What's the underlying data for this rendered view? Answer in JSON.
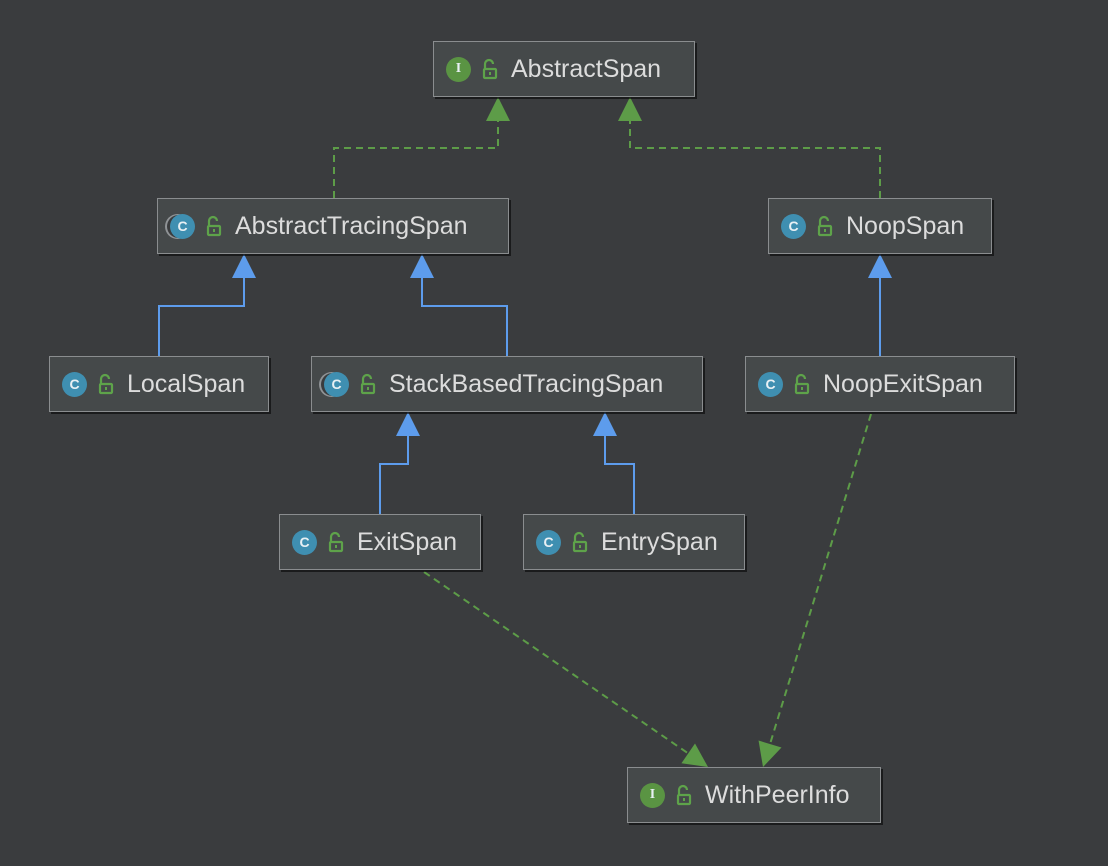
{
  "diagram": {
    "colors": {
      "background": "#3a3c3e",
      "implements_edge": "#5d9c48",
      "extends_edge": "#5d9cec",
      "interface_badge": "#5a9443",
      "class_badge": "#3f8fb1",
      "lock_icon": "#5ea34a"
    },
    "nodes": [
      {
        "id": "abstract-span",
        "label": "AbstractSpan",
        "kind": "interface",
        "badge": "I",
        "icon": "interface-icon"
      },
      {
        "id": "abstract-tracing-span",
        "label": "AbstractTracingSpan",
        "kind": "abstract",
        "badge": "C",
        "icon": "abstract-class-icon"
      },
      {
        "id": "noop-span",
        "label": "NoopSpan",
        "kind": "class",
        "badge": "C",
        "icon": "class-icon"
      },
      {
        "id": "local-span",
        "label": "LocalSpan",
        "kind": "class",
        "badge": "C",
        "icon": "class-icon"
      },
      {
        "id": "stack-based-tracing-span",
        "label": "StackBasedTracingSpan",
        "kind": "abstract",
        "badge": "C",
        "icon": "abstract-class-icon"
      },
      {
        "id": "noop-exit-span",
        "label": "NoopExitSpan",
        "kind": "class",
        "badge": "C",
        "icon": "class-icon"
      },
      {
        "id": "exit-span",
        "label": "ExitSpan",
        "kind": "class",
        "badge": "C",
        "icon": "class-icon"
      },
      {
        "id": "entry-span",
        "label": "EntrySpan",
        "kind": "class",
        "badge": "C",
        "icon": "class-icon"
      },
      {
        "id": "with-peer-info",
        "label": "WithPeerInfo",
        "kind": "interface",
        "badge": "I",
        "icon": "interface-icon"
      }
    ],
    "edges": [
      {
        "from": "abstract-tracing-span",
        "to": "abstract-span",
        "type": "implements"
      },
      {
        "from": "noop-span",
        "to": "abstract-span",
        "type": "implements"
      },
      {
        "from": "local-span",
        "to": "abstract-tracing-span",
        "type": "extends"
      },
      {
        "from": "stack-based-tracing-span",
        "to": "abstract-tracing-span",
        "type": "extends"
      },
      {
        "from": "noop-exit-span",
        "to": "noop-span",
        "type": "extends"
      },
      {
        "from": "exit-span",
        "to": "stack-based-tracing-span",
        "type": "extends"
      },
      {
        "from": "entry-span",
        "to": "stack-based-tracing-span",
        "type": "extends"
      },
      {
        "from": "exit-span",
        "to": "with-peer-info",
        "type": "implements"
      },
      {
        "from": "noop-exit-span",
        "to": "with-peer-info",
        "type": "implements"
      }
    ]
  }
}
